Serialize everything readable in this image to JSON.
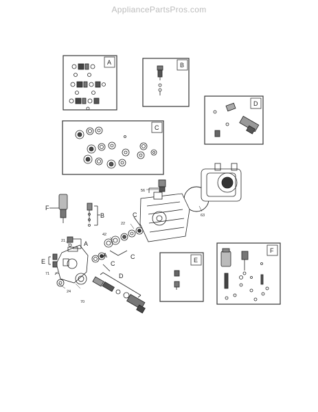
{
  "watermark": "AppliancePartsPros.com",
  "kits": {
    "A": "A",
    "B": "B",
    "C": "C",
    "D": "D",
    "E": "E",
    "F": "F"
  },
  "main_labels": {
    "F": "F",
    "B": "B",
    "C1": "C",
    "C2": "C",
    "C3": "C",
    "A1": "A",
    "A2": "A",
    "D": "D",
    "E": "E"
  },
  "callouts": {
    "n56": "56",
    "n63": "63",
    "n22": "22",
    "n42": "42",
    "n21": "21",
    "n71": "71",
    "n24": "24",
    "n70": "70"
  }
}
